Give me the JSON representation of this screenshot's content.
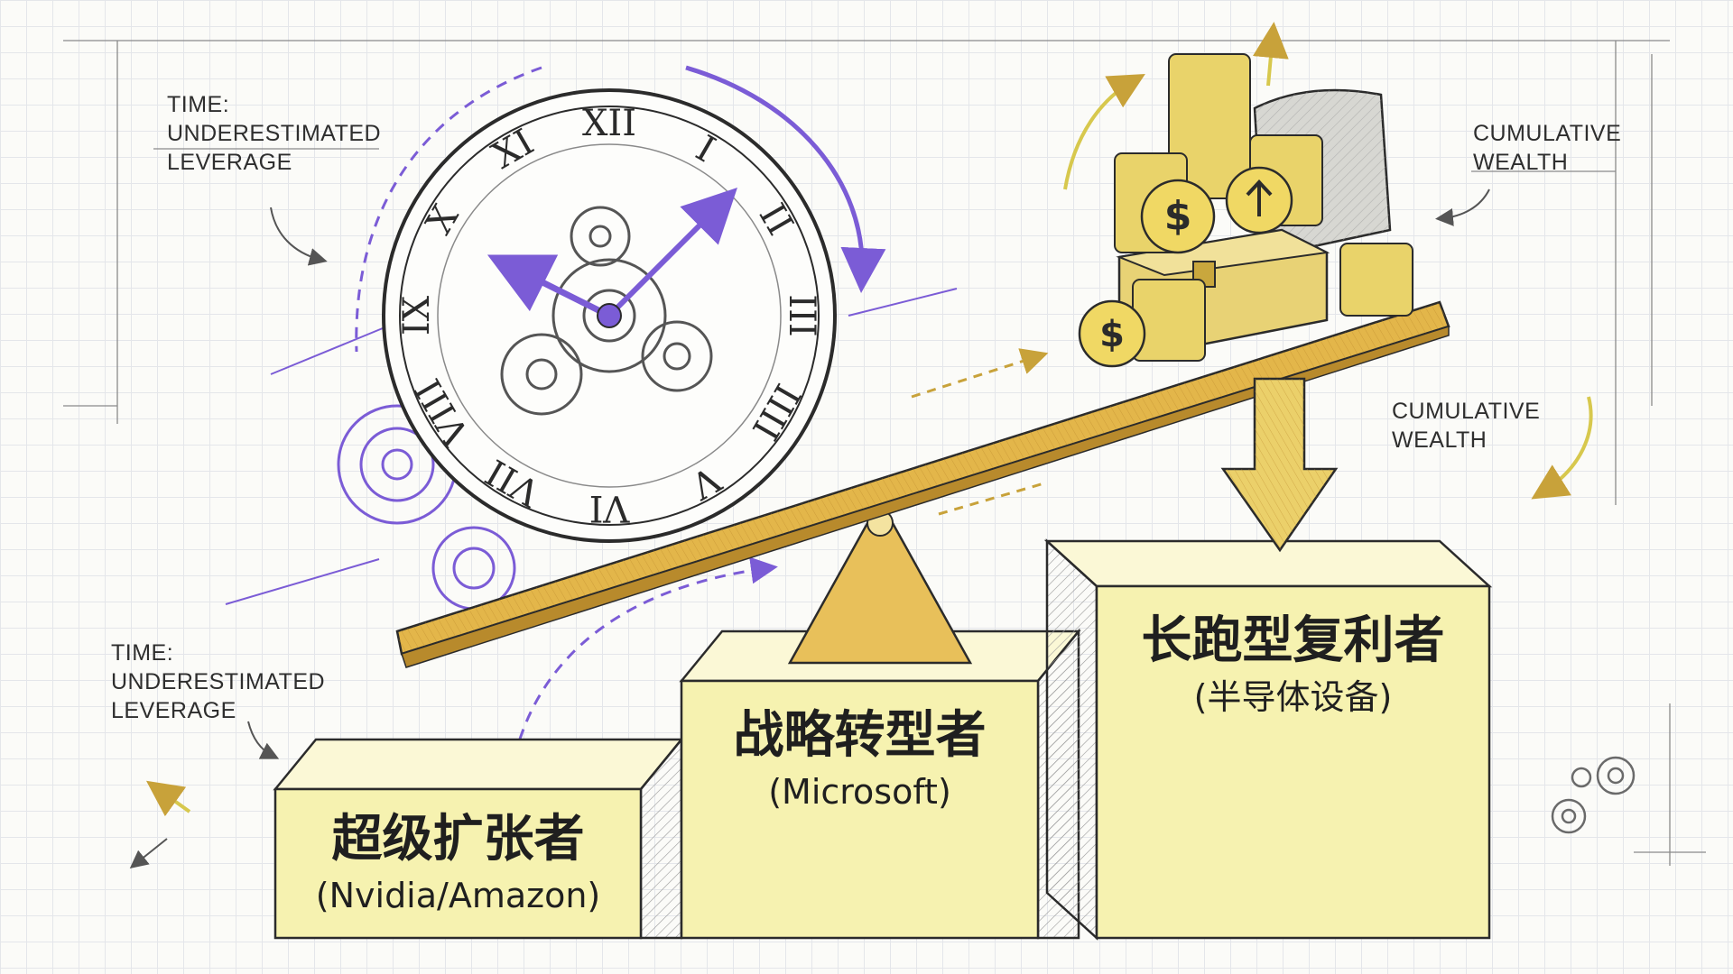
{
  "annotations": {
    "time_top": "TIME:\nUNDERESTIMATED\nLEVERAGE",
    "time_bottom": "TIME:\nUNDERESTIMATED\nLEVERAGE",
    "wealth_top": "CUMULATIVE\nWEALTH",
    "wealth_mid": "CUMULATIVE\nWEALTH"
  },
  "boxes": [
    {
      "title": "超级扩张者",
      "subtitle": "(Nvidia/Amazon)"
    },
    {
      "title": "战略转型者",
      "subtitle": "(Microsoft)"
    },
    {
      "title": "长跑型复利者",
      "subtitle": "(半导体设备)"
    }
  ],
  "colors": {
    "purple": "#7b5cd6",
    "yellow": "#f3ee9e",
    "gold": "#e3b64a",
    "coin": "#e9d36a",
    "ink": "#2b2b2b"
  },
  "icons": [
    "clock-icon",
    "gear-icon",
    "dollar-coin-icon",
    "treasure-chest-icon",
    "down-arrow-icon",
    "curved-arrow-icon"
  ]
}
